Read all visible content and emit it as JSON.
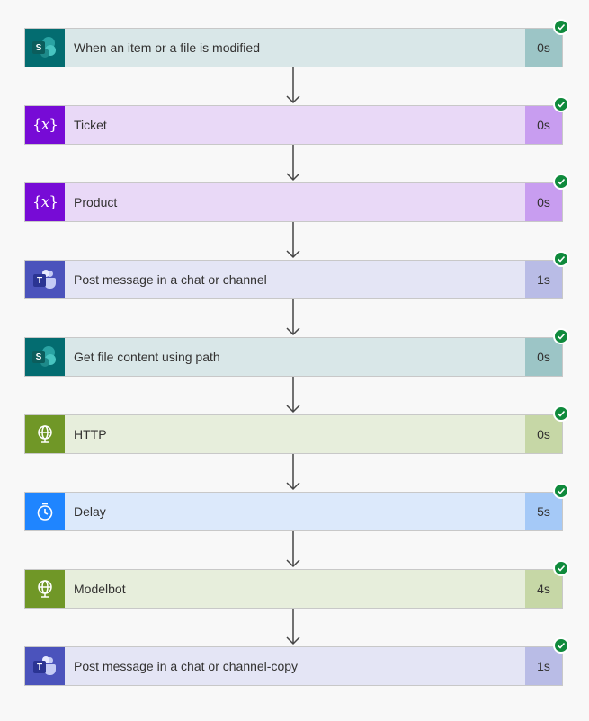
{
  "steps": [
    {
      "label": "When an item or a file is modified",
      "duration": "0s",
      "status": "succeeded",
      "icon": "sharepoint-icon",
      "colors": {
        "icon_bg": "#036c70",
        "label_bg": "#d9e7e8",
        "duration_bg": "#9cc5c6"
      }
    },
    {
      "label": "Ticket",
      "duration": "0s",
      "status": "succeeded",
      "icon": "variable-icon",
      "colors": {
        "icon_bg": "#770bd6",
        "label_bg": "#e9d9f7",
        "duration_bg": "#c89df0"
      }
    },
    {
      "label": "Product",
      "duration": "0s",
      "status": "succeeded",
      "icon": "variable-icon",
      "colors": {
        "icon_bg": "#770bd6",
        "label_bg": "#e9d9f7",
        "duration_bg": "#c89df0"
      }
    },
    {
      "label": "Post message in a chat or channel",
      "duration": "1s",
      "status": "succeeded",
      "icon": "teams-icon",
      "colors": {
        "icon_bg": "#4b53bc",
        "label_bg": "#e4e5f5",
        "duration_bg": "#b9bce6"
      }
    },
    {
      "label": "Get file content using path",
      "duration": "0s",
      "status": "succeeded",
      "icon": "sharepoint-icon",
      "colors": {
        "icon_bg": "#036c70",
        "label_bg": "#d9e7e8",
        "duration_bg": "#9cc5c6"
      }
    },
    {
      "label": "HTTP",
      "duration": "0s",
      "status": "succeeded",
      "icon": "http-globe-icon",
      "colors": {
        "icon_bg": "#709727",
        "label_bg": "#e7eedc",
        "duration_bg": "#c6d7a6"
      }
    },
    {
      "label": "Delay",
      "duration": "5s",
      "status": "succeeded",
      "icon": "timer-icon",
      "colors": {
        "icon_bg": "#1f85ff",
        "label_bg": "#dce9fb",
        "duration_bg": "#a5c9f7"
      }
    },
    {
      "label": "Modelbot",
      "duration": "4s",
      "status": "succeeded",
      "icon": "http-globe-icon",
      "colors": {
        "icon_bg": "#709727",
        "label_bg": "#e7eedc",
        "duration_bg": "#c6d7a6"
      }
    },
    {
      "label": "Post message in a chat or channel-copy",
      "duration": "1s",
      "status": "succeeded",
      "icon": "teams-icon",
      "colors": {
        "icon_bg": "#4b53bc",
        "label_bg": "#e4e5f5",
        "duration_bg": "#b9bce6"
      }
    }
  ],
  "colors": {
    "success": "#0f8a3c",
    "connector": "#444444"
  }
}
